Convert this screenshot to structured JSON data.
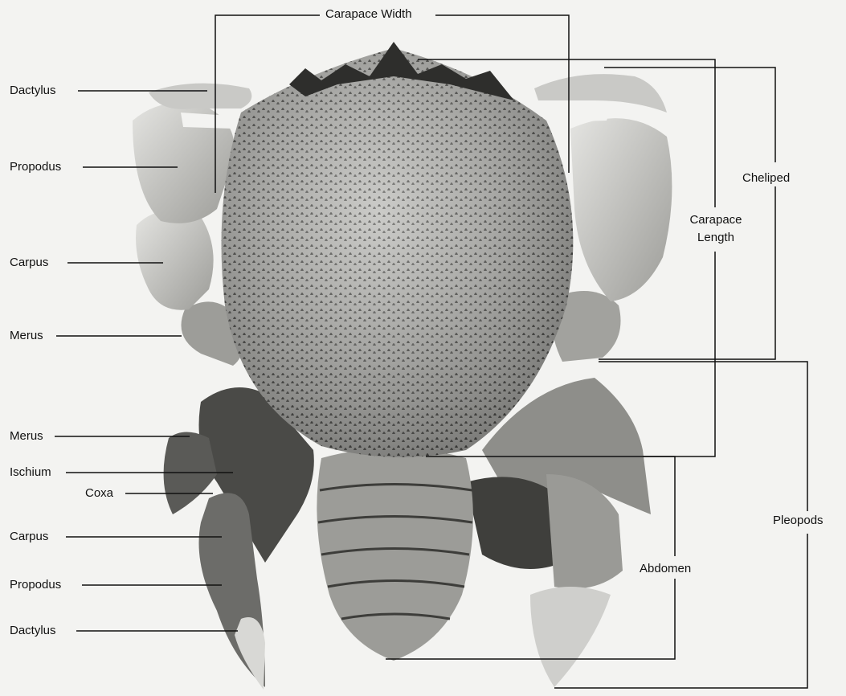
{
  "labels": {
    "carapace_width": "Carapace Width",
    "cheliped": "Cheliped",
    "carapace_length_1": "Carapace",
    "carapace_length_2": "Length",
    "pleopods": "Pleopods",
    "abdomen": "Abdomen",
    "cheliped_dactylus": "Dactylus",
    "cheliped_propodus": "Propodus",
    "cheliped_carpus": "Carpus",
    "cheliped_merus": "Merus",
    "leg_merus": "Merus",
    "leg_ischium": "Ischium",
    "leg_coxa": "Coxa",
    "leg_carpus": "Carpus",
    "leg_propodus": "Propodus",
    "leg_dactylus": "Dactylus"
  },
  "colors": {
    "background": "#f3f3f1",
    "line": "#111111",
    "shell_light": "#d6d6d3",
    "shell_mid": "#a9a9a5",
    "shell_dark": "#5c5c59"
  }
}
